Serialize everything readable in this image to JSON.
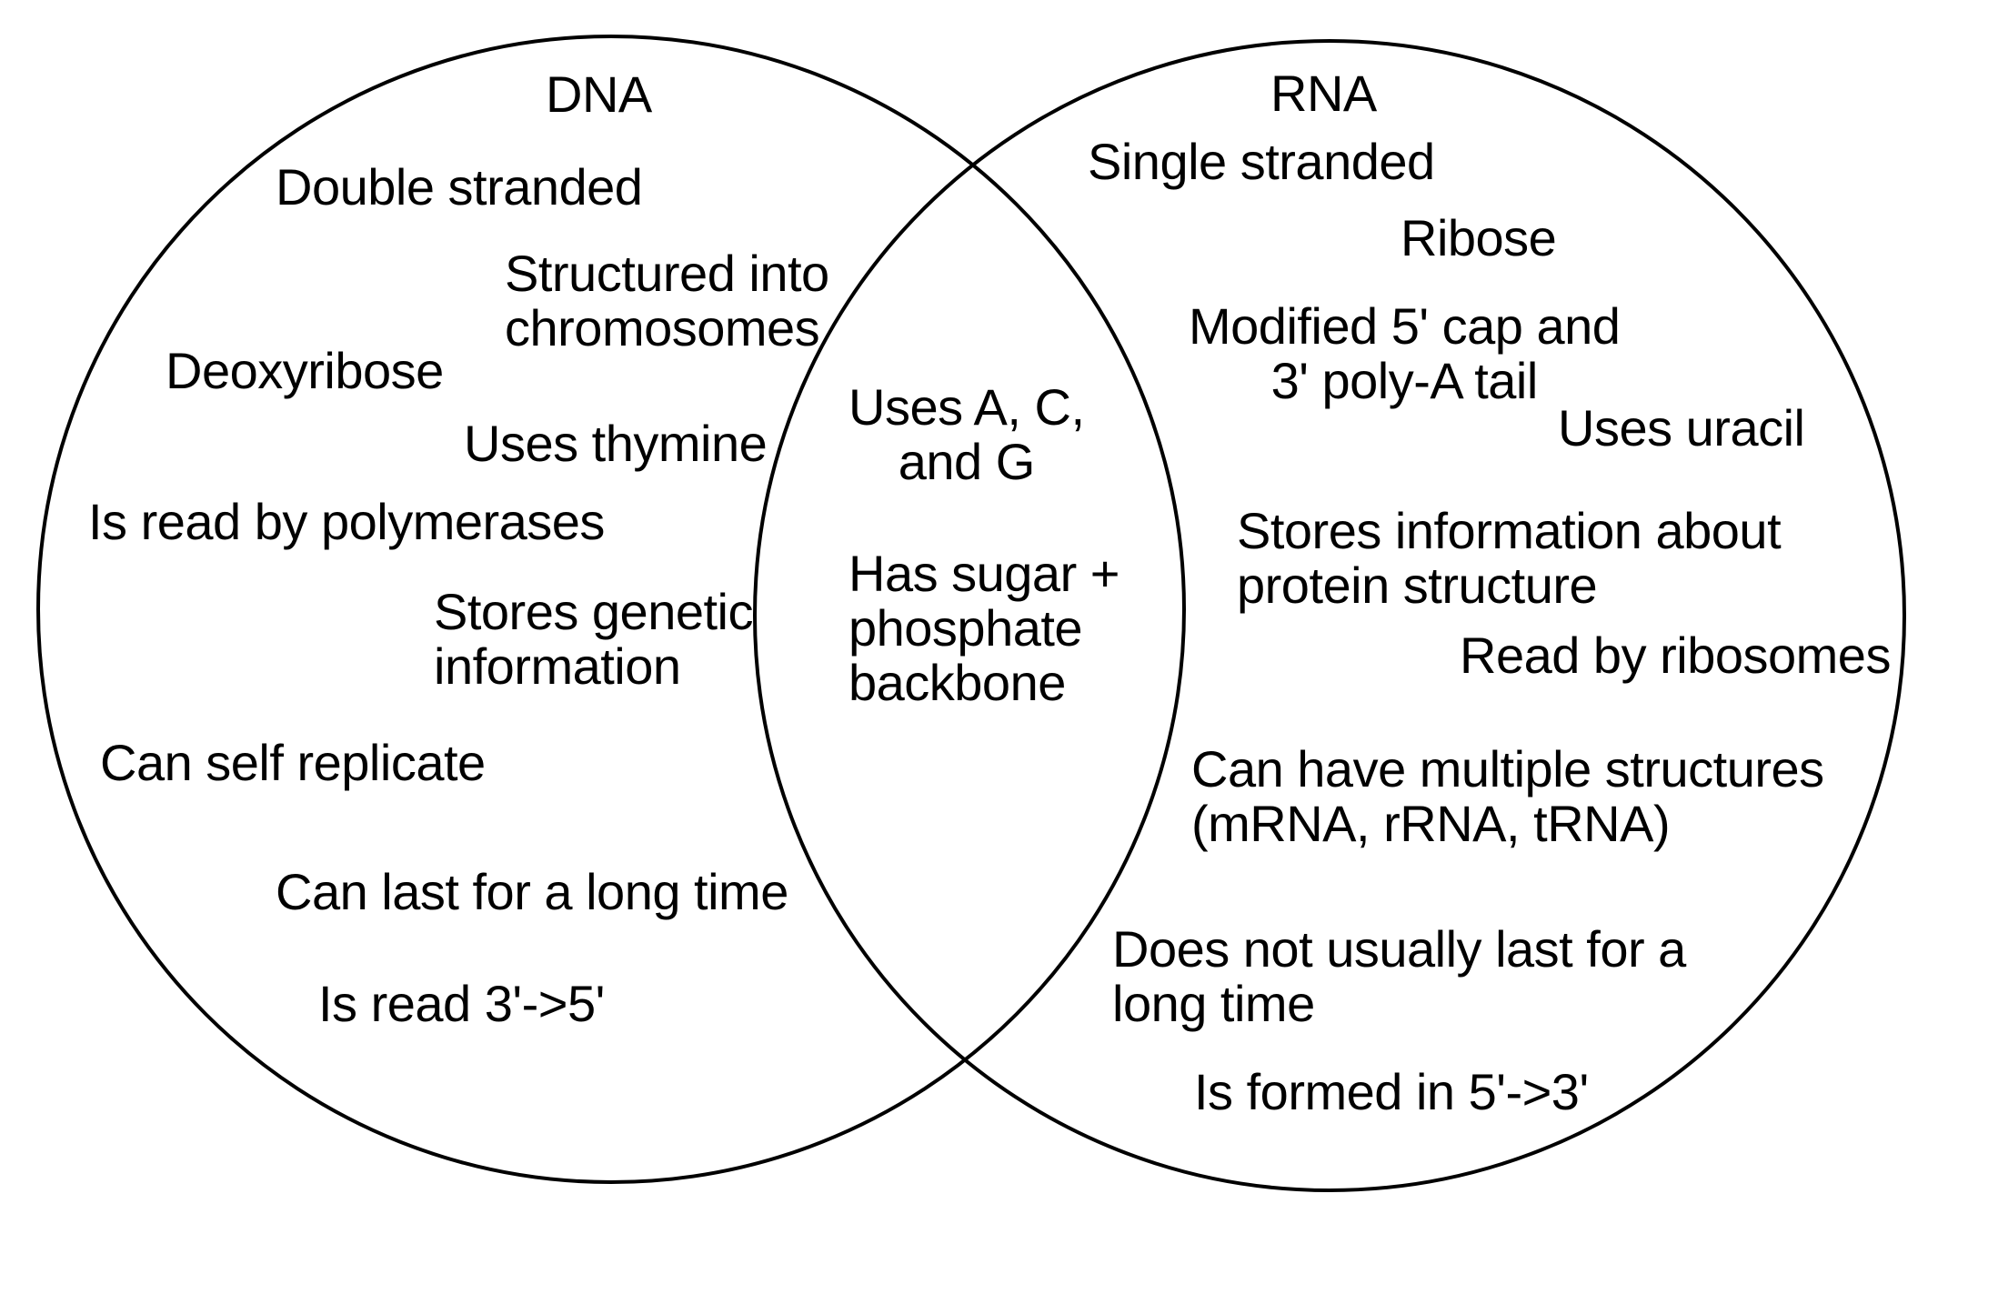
{
  "diagram_title": "DNA vs RNA Venn diagram",
  "colors": {
    "background": "#ffffff",
    "circle_stroke": "#000000",
    "text": "#000000"
  },
  "venn": {
    "left": {
      "title": "DNA",
      "items": [
        "Double stranded",
        "Structured into\nchromosomes",
        "Deoxyribose",
        "Uses thymine",
        "Is read by polymerases",
        "Stores genetic\ninformation",
        "Can self replicate",
        "Can last for a long time",
        "Is read 3'->5'"
      ]
    },
    "shared": {
      "items": [
        "Uses A, C,\nand G",
        "Has sugar +\nphosphate\nbackbone"
      ]
    },
    "right": {
      "title": "RNA",
      "items": [
        "Single stranded",
        "Ribose",
        "Modified 5' cap and\n3' poly-A tail",
        "Uses uracil",
        "Stores information about\nprotein structure",
        "Read by ribosomes",
        "Can have multiple structures\n(mRNA, rRNA, tRNA)",
        "Does not usually last for a\nlong time",
        "Is formed in 5'->3'"
      ]
    }
  }
}
